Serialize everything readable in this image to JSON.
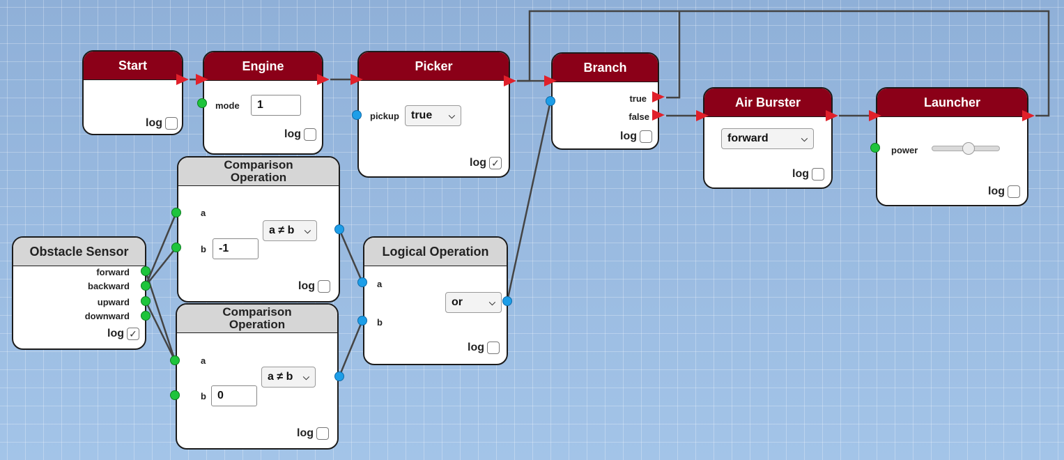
{
  "nodes": {
    "start": {
      "title": "Start",
      "log": "log",
      "log_checked": false
    },
    "engine": {
      "title": "Engine",
      "mode_label": "mode",
      "mode_value": "1",
      "log": "log",
      "log_checked": false
    },
    "picker": {
      "title": "Picker",
      "pickup_label": "pickup",
      "pickup_value": "true",
      "log": "log",
      "log_checked": true
    },
    "branch": {
      "title": "Branch",
      "true_label": "true",
      "false_label": "false",
      "log": "log",
      "log_checked": false
    },
    "air_burster": {
      "title": "Air Burster",
      "direction_value": "forward",
      "log": "log",
      "log_checked": false
    },
    "launcher": {
      "title": "Launcher",
      "power_label": "power",
      "power_level": 0.55,
      "log": "log",
      "log_checked": false
    },
    "comparison1": {
      "title": "Comparison Operation",
      "a_label": "a",
      "b_label": "b",
      "b_value": "-1",
      "op_value": "a ≠ b",
      "log": "log",
      "log_checked": false
    },
    "comparison2": {
      "title": "Comparison Operation",
      "a_label": "a",
      "b_label": "b",
      "b_value": "0",
      "op_value": "a ≠ b",
      "log": "log",
      "log_checked": false
    },
    "obstacle_sensor": {
      "title": "Obstacle Sensor",
      "outputs": [
        "forward",
        "backward",
        "upward",
        "downward"
      ],
      "log": "log",
      "log_checked": true
    },
    "logical": {
      "title": "Logical Operation",
      "a_label": "a",
      "b_label": "b",
      "op_value": "or",
      "log": "log",
      "log_checked": false
    }
  },
  "icons": {
    "checkbox_check": "✓",
    "chevron": "⌵"
  },
  "colors": {
    "header_red": "#8b0018",
    "header_gray": "#d6d6d6",
    "flow_arrow": "#e0202a",
    "port_green": "#1ec43c",
    "port_blue": "#1d9ee8",
    "wire": "#444444",
    "canvas": "#98b6dc"
  }
}
